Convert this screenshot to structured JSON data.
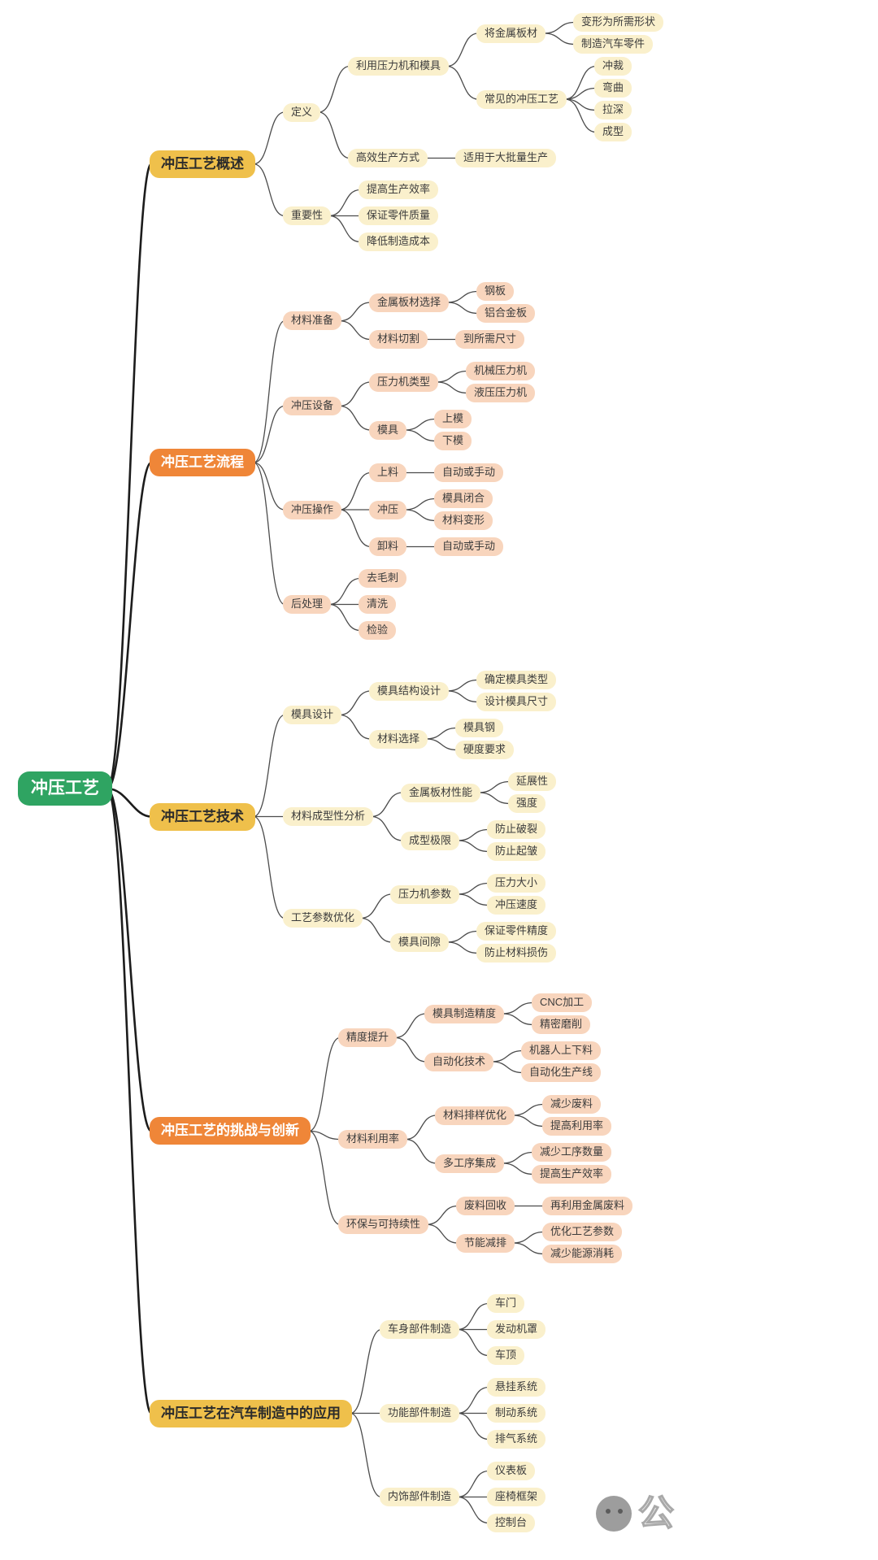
{
  "colors": {
    "root_bg": "#2FA462",
    "root_text": "#FFFFFF",
    "gold_bg": "#EFC04B",
    "gold_text": "#2B2B2B",
    "orange_bg": "#EF8638",
    "orange_text": "#FFFFFF",
    "cream_bg": "#FAF0CC",
    "peach_bg": "#F8D5BD",
    "child_text": "#3C3C3C",
    "link": "#4C4C4C",
    "trunk": "#1C1C1C"
  },
  "watermark": {
    "glyph": "公"
  },
  "mindmap": {
    "root": {
      "label": "冲压工艺",
      "children": [
        {
          "label": "冲压工艺概述",
          "children": [
            {
              "label": "定义",
              "children": [
                {
                  "label": "利用压力机和模具",
                  "children": [
                    {
                      "label": "将金属板材",
                      "children": [
                        {
                          "label": "变形为所需形状",
                          "children": []
                        },
                        {
                          "label": "制造汽车零件",
                          "children": []
                        }
                      ]
                    },
                    {
                      "label": "常见的冲压工艺",
                      "children": [
                        {
                          "label": "冲裁",
                          "children": []
                        },
                        {
                          "label": "弯曲",
                          "children": []
                        },
                        {
                          "label": "拉深",
                          "children": []
                        },
                        {
                          "label": "成型",
                          "children": []
                        }
                      ]
                    }
                  ]
                },
                {
                  "label": "高效生产方式",
                  "children": [
                    {
                      "label": "适用于大批量生产",
                      "children": []
                    }
                  ]
                }
              ]
            },
            {
              "label": "重要性",
              "children": [
                {
                  "label": "提高生产效率",
                  "children": []
                },
                {
                  "label": "保证零件质量",
                  "children": []
                },
                {
                  "label": "降低制造成本",
                  "children": []
                }
              ]
            }
          ]
        },
        {
          "label": "冲压工艺流程",
          "children": [
            {
              "label": "材料准备",
              "children": [
                {
                  "label": "金属板材选择",
                  "children": [
                    {
                      "label": "钢板",
                      "children": []
                    },
                    {
                      "label": "铝合金板",
                      "children": []
                    }
                  ]
                },
                {
                  "label": "材料切割",
                  "children": [
                    {
                      "label": "到所需尺寸",
                      "children": []
                    }
                  ]
                }
              ]
            },
            {
              "label": "冲压设备",
              "children": [
                {
                  "label": "压力机类型",
                  "children": [
                    {
                      "label": "机械压力机",
                      "children": []
                    },
                    {
                      "label": "液压压力机",
                      "children": []
                    }
                  ]
                },
                {
                  "label": "模具",
                  "children": [
                    {
                      "label": "上模",
                      "children": []
                    },
                    {
                      "label": "下模",
                      "children": []
                    }
                  ]
                }
              ]
            },
            {
              "label": "冲压操作",
              "children": [
                {
                  "label": "上料",
                  "children": [
                    {
                      "label": "自动或手动",
                      "children": []
                    }
                  ]
                },
                {
                  "label": "冲压",
                  "children": [
                    {
                      "label": "模具闭合",
                      "children": []
                    },
                    {
                      "label": "材料变形",
                      "children": []
                    }
                  ]
                },
                {
                  "label": "卸料",
                  "children": [
                    {
                      "label": "自动或手动",
                      "children": []
                    }
                  ]
                }
              ]
            },
            {
              "label": "后处理",
              "children": [
                {
                  "label": "去毛刺",
                  "children": []
                },
                {
                  "label": "清洗",
                  "children": []
                },
                {
                  "label": "检验",
                  "children": []
                }
              ]
            }
          ]
        },
        {
          "label": "冲压工艺技术",
          "children": [
            {
              "label": "模具设计",
              "children": [
                {
                  "label": "模具结构设计",
                  "children": [
                    {
                      "label": "确定模具类型",
                      "children": []
                    },
                    {
                      "label": "设计模具尺寸",
                      "children": []
                    }
                  ]
                },
                {
                  "label": "材料选择",
                  "children": [
                    {
                      "label": "模具钢",
                      "children": []
                    },
                    {
                      "label": "硬度要求",
                      "children": []
                    }
                  ]
                }
              ]
            },
            {
              "label": "材料成型性分析",
              "children": [
                {
                  "label": "金属板材性能",
                  "children": [
                    {
                      "label": "延展性",
                      "children": []
                    },
                    {
                      "label": "强度",
                      "children": []
                    }
                  ]
                },
                {
                  "label": "成型极限",
                  "children": [
                    {
                      "label": "防止破裂",
                      "children": []
                    },
                    {
                      "label": "防止起皱",
                      "children": []
                    }
                  ]
                }
              ]
            },
            {
              "label": "工艺参数优化",
              "children": [
                {
                  "label": "压力机参数",
                  "children": [
                    {
                      "label": "压力大小",
                      "children": []
                    },
                    {
                      "label": "冲压速度",
                      "children": []
                    }
                  ]
                },
                {
                  "label": "模具间隙",
                  "children": [
                    {
                      "label": "保证零件精度",
                      "children": []
                    },
                    {
                      "label": "防止材料损伤",
                      "children": []
                    }
                  ]
                }
              ]
            }
          ]
        },
        {
          "label": "冲压工艺的挑战与创新",
          "children": [
            {
              "label": "精度提升",
              "children": [
                {
                  "label": "模具制造精度",
                  "children": [
                    {
                      "label": "CNC加工",
                      "children": []
                    },
                    {
                      "label": "精密磨削",
                      "children": []
                    }
                  ]
                },
                {
                  "label": "自动化技术",
                  "children": [
                    {
                      "label": "机器人上下料",
                      "children": []
                    },
                    {
                      "label": "自动化生产线",
                      "children": []
                    }
                  ]
                }
              ]
            },
            {
              "label": "材料利用率",
              "children": [
                {
                  "label": "材料排样优化",
                  "children": [
                    {
                      "label": "减少废料",
                      "children": []
                    },
                    {
                      "label": "提高利用率",
                      "children": []
                    }
                  ]
                },
                {
                  "label": "多工序集成",
                  "children": [
                    {
                      "label": "减少工序数量",
                      "children": []
                    },
                    {
                      "label": "提高生产效率",
                      "children": []
                    }
                  ]
                }
              ]
            },
            {
              "label": "环保与可持续性",
              "children": [
                {
                  "label": "废料回收",
                  "children": [
                    {
                      "label": "再利用金属废料",
                      "children": []
                    }
                  ]
                },
                {
                  "label": "节能减排",
                  "children": [
                    {
                      "label": "优化工艺参数",
                      "children": []
                    },
                    {
                      "label": "减少能源消耗",
                      "children": []
                    }
                  ]
                }
              ]
            }
          ]
        },
        {
          "label": "冲压工艺在汽车制造中的应用",
          "children": [
            {
              "label": "车身部件制造",
              "children": [
                {
                  "label": "车门",
                  "children": []
                },
                {
                  "label": "发动机罩",
                  "children": []
                },
                {
                  "label": "车顶",
                  "children": []
                }
              ]
            },
            {
              "label": "功能部件制造",
              "children": [
                {
                  "label": "悬挂系统",
                  "children": []
                },
                {
                  "label": "制动系统",
                  "children": []
                },
                {
                  "label": "排气系统",
                  "children": []
                }
              ]
            },
            {
              "label": "内饰部件制造",
              "children": [
                {
                  "label": "仪表板",
                  "children": []
                },
                {
                  "label": "座椅框架",
                  "children": []
                },
                {
                  "label": "控制台",
                  "children": []
                }
              ]
            }
          ]
        }
      ]
    }
  }
}
